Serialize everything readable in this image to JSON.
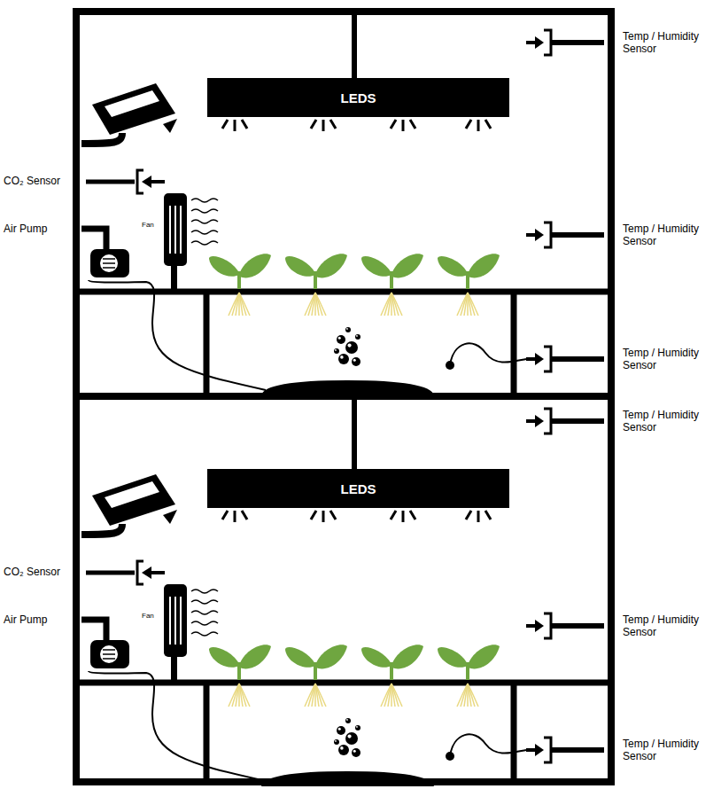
{
  "diagram": {
    "nodes": [
      {
        "text": [
          "LEDS"
        ]
      },
      {
        "text": [
          "LEDS"
        ]
      }
    ],
    "labels": [
      "Temp / Humidity Sensor",
      "CO₂ Sensor",
      "Air Pump",
      "Fan",
      "Temp / Humidity Sensor",
      "Temp / Humidity Sensor",
      "Temp / Humidity Sensor",
      "CO₂ Sensor",
      "Air Pump",
      "Fan",
      "Temp / Humidity Sensor",
      "Temp / Humidity Sensor"
    ]
  }
}
